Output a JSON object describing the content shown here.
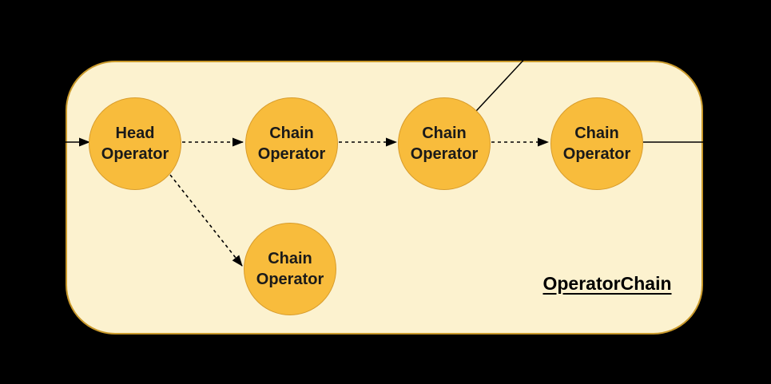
{
  "diagram": {
    "title": "OperatorChain",
    "nodes": [
      {
        "id": "head-operator",
        "label": "Head\nOperator"
      },
      {
        "id": "chain-operator-1",
        "label": "Chain\nOperator"
      },
      {
        "id": "chain-operator-2",
        "label": "Chain\nOperator"
      },
      {
        "id": "chain-operator-3",
        "label": "Chain\nOperator"
      },
      {
        "id": "chain-operator-4",
        "label": "Chain\nOperator"
      }
    ],
    "edges": [
      {
        "from": "external-left",
        "to": "head-operator",
        "style": "solid",
        "arrow": true
      },
      {
        "from": "head-operator",
        "to": "chain-operator-1",
        "style": "dashed",
        "arrow": true
      },
      {
        "from": "chain-operator-1",
        "to": "chain-operator-2",
        "style": "dashed",
        "arrow": true
      },
      {
        "from": "chain-operator-2",
        "to": "chain-operator-3",
        "style": "dashed",
        "arrow": true
      },
      {
        "from": "head-operator",
        "to": "chain-operator-4",
        "style": "dashed",
        "arrow": true
      },
      {
        "from": "external-top",
        "to": "chain-operator-2",
        "style": "solid",
        "arrow": false
      },
      {
        "from": "chain-operator-3",
        "to": "external-right",
        "style": "solid",
        "arrow": false
      }
    ],
    "colors": {
      "background": "#000000",
      "container_fill": "#FCF2CF",
      "container_border": "#C9992B",
      "node_fill": "#F8BC3C",
      "node_border": "#D89C2B",
      "edge": "#000000",
      "text": "#1A1A1A"
    }
  }
}
